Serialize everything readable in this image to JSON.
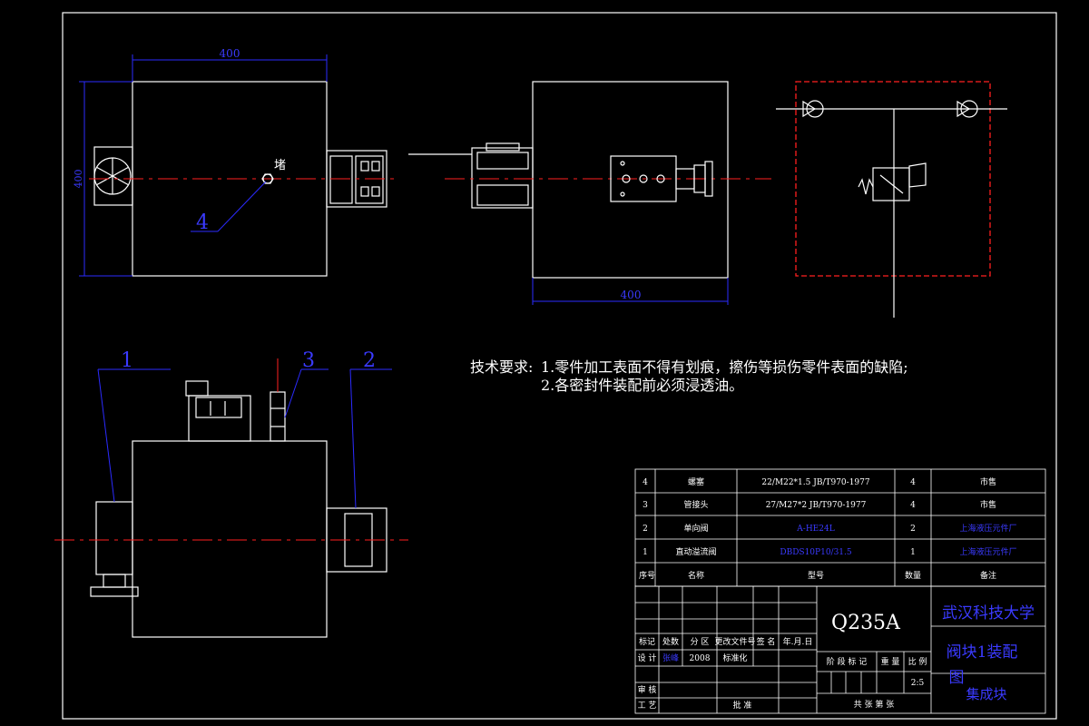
{
  "views": {
    "top_width_dim": "400",
    "top_height_dim": "400",
    "top_plug_label": "堵",
    "front_width_dim": "400",
    "balloons": [
      "1",
      "2",
      "3",
      "4"
    ]
  },
  "technical_requirements": {
    "heading": "技术要求:",
    "line1": "1.零件加工表面不得有划痕，擦伤等损伤零件表面的缺陷;",
    "line2": "2.各密封件装配前必须浸透油。"
  },
  "bom": {
    "headers": {
      "no": "序号",
      "name": "名称",
      "model": "型号",
      "qty": "数量",
      "remark": "备注"
    },
    "rows": [
      {
        "no": "4",
        "name": "螺塞",
        "model": "22/M22*1.5  JB/T970-1977",
        "qty": "4",
        "remark": "市售"
      },
      {
        "no": "3",
        "name": "管接头",
        "model": "27/M27*2  JB/T970-1977",
        "qty": "4",
        "remark": "市售"
      },
      {
        "no": "2",
        "name": "单向阀",
        "model": "A-HE24L",
        "qty": "2",
        "remark": "上海液压元件厂"
      },
      {
        "no": "1",
        "name": "直动溢流阀",
        "model": "DBDS10P10/31.5",
        "qty": "1",
        "remark": "上海液压元件厂"
      }
    ]
  },
  "title_block": {
    "material": "Q235A",
    "school": "武汉科技大学",
    "drawing_title_1": "阀块1装配",
    "drawing_title_2": "图",
    "subtitle": "集成块",
    "scale": "2:5",
    "labels": {
      "mark": "标记",
      "count": "处数",
      "zone": "分 区",
      "change_doc": "更改文件号",
      "sign": "签 名",
      "date": "年.月.日",
      "design": "设 计",
      "designer": "张峰",
      "year": "2008",
      "standardize": "标准化",
      "stage": "阶 段 标 记",
      "weight": "重 量",
      "ratio": "比 例",
      "review": "审 核",
      "process": "工 艺",
      "approve": "批 准",
      "sheets": "共    张  第    张"
    }
  }
}
